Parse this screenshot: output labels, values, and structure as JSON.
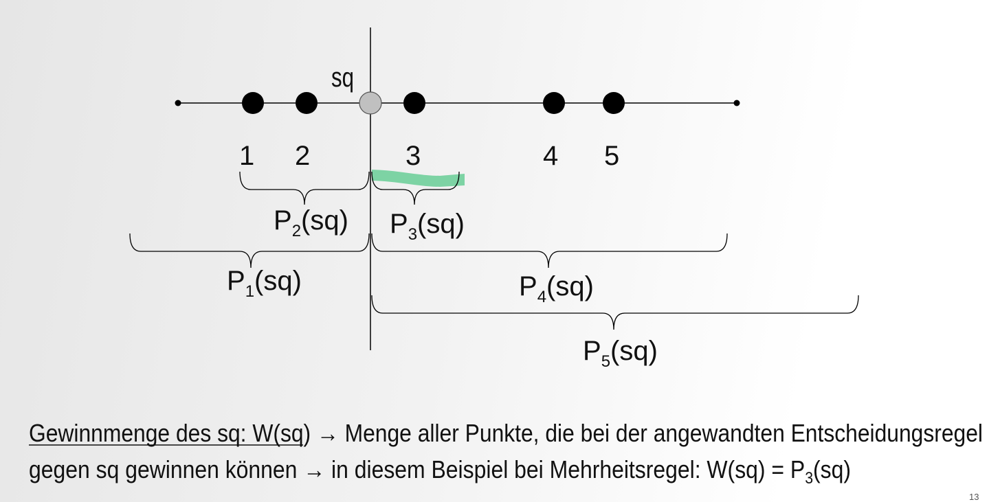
{
  "diagram": {
    "status_quo_label": "sq",
    "points": [
      {
        "label": "1"
      },
      {
        "label": "2"
      },
      {
        "label": "3"
      },
      {
        "label": "4"
      },
      {
        "label": "5"
      }
    ],
    "sets": [
      {
        "base": "P",
        "sub": "1",
        "arg": "(sq)"
      },
      {
        "base": "P",
        "sub": "2",
        "arg": "(sq)"
      },
      {
        "base": "P",
        "sub": "3",
        "arg": "(sq)"
      },
      {
        "base": "P",
        "sub": "4",
        "arg": "(sq)"
      },
      {
        "base": "P",
        "sub": "5",
        "arg": "(sq)"
      }
    ],
    "colors": {
      "point": "#000000",
      "status_quo": "#c0c0c0",
      "highlight": "#7dd3a4"
    }
  },
  "footer": {
    "line1_term": "Gewinnmenge des sq: W(sq)",
    "arrow": "→",
    "line1_rest": " Menge aller Punkte, die bei der angewandten Entscheidungsregel",
    "line2_a": "gegen sq gewinnen können ",
    "line2_b": " in diesem Beispiel bei Mehrheitsregel: W(sq) = P",
    "line2_sub": "3",
    "line2_c": "(sq)"
  },
  "page_number": "13"
}
